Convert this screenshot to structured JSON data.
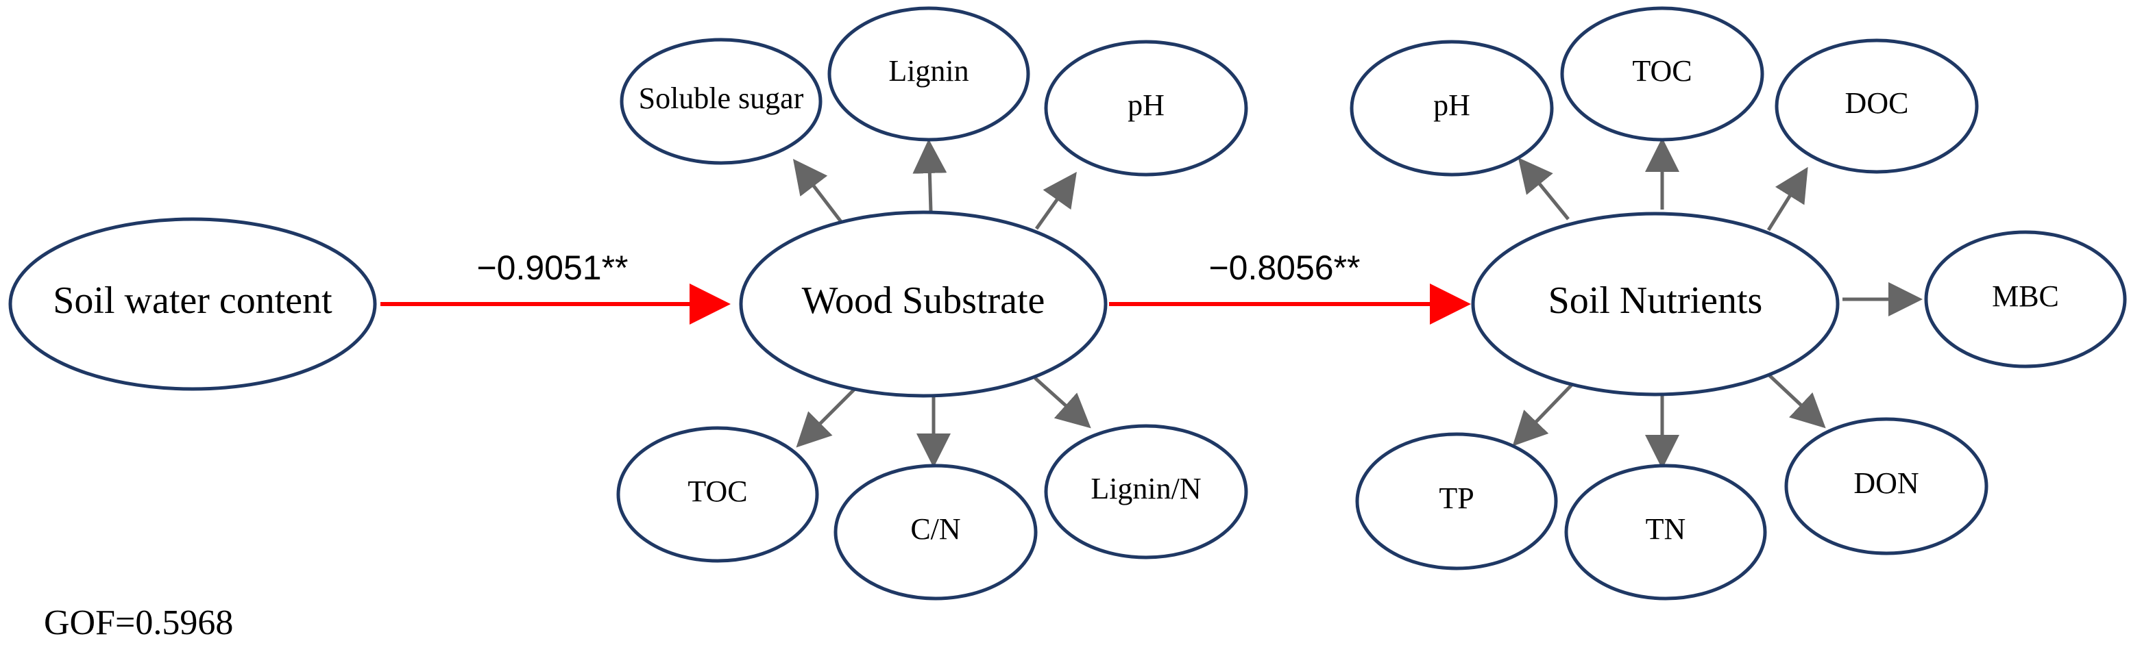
{
  "diagram": {
    "latent": {
      "water": "Soil water content",
      "wood": "Wood Substrate",
      "soil": "Soil Nutrients"
    },
    "paths": {
      "water_to_wood": "−0.9051**",
      "wood_to_soil": "−0.8056**"
    },
    "wood_indicators": {
      "soluble_sugar": "Soluble sugar",
      "lignin": "Lignin",
      "ph": "pH",
      "toc": "TOC",
      "cn": "C/N",
      "lignin_n": "Lignin/N"
    },
    "soil_indicators": {
      "ph": "pH",
      "toc": "TOC",
      "doc": "DOC",
      "mbc": "MBC",
      "tp": "TP",
      "tn": "TN",
      "don": "DON"
    },
    "gof": "GOF=0.5968",
    "colors": {
      "node_stroke": "#1f3864",
      "structural_path": "#ff0000",
      "loading_arrow": "#666666"
    }
  }
}
